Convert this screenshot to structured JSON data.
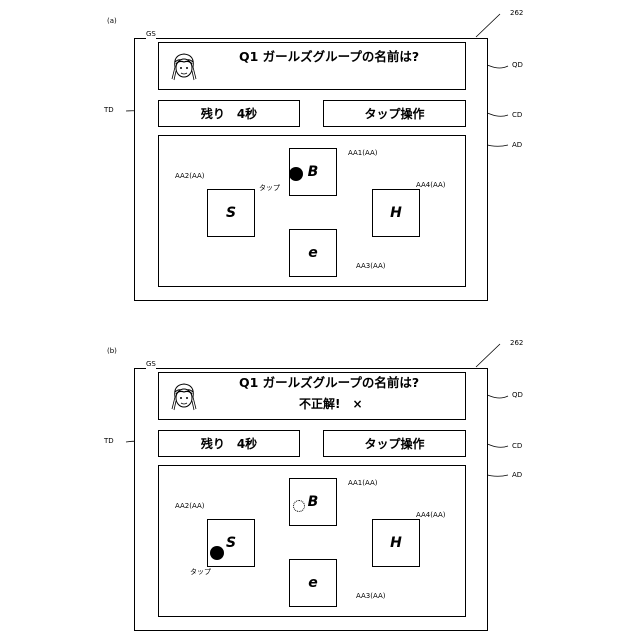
{
  "diagram": {
    "ref_device": "262",
    "ref_screen": "GS",
    "ref_question_area": "QD",
    "ref_timer_area": "TD",
    "ref_operation_area": "CD",
    "ref_answer_area": "AD",
    "answer_choices": {
      "aa1": {
        "letter": "B",
        "ref": "AA1(AA)"
      },
      "aa2": {
        "letter": "S",
        "ref": "AA2(AA)"
      },
      "aa3": {
        "letter": "e",
        "ref": "AA3(AA)"
      },
      "aa4": {
        "letter": "H",
        "ref": "AA4(AA)"
      }
    },
    "tap_label": "タップ",
    "panels": [
      {
        "tag": "(a)",
        "question": "Q1 ガールズグループの名前は?",
        "timer": "残り　4秒",
        "operation": "タップ操作",
        "result": ""
      },
      {
        "tag": "(b)",
        "question": "Q1 ガールズグループの名前は?",
        "timer": "残り　4秒",
        "operation": "タップ操作",
        "result": "不正解!　×"
      }
    ]
  }
}
